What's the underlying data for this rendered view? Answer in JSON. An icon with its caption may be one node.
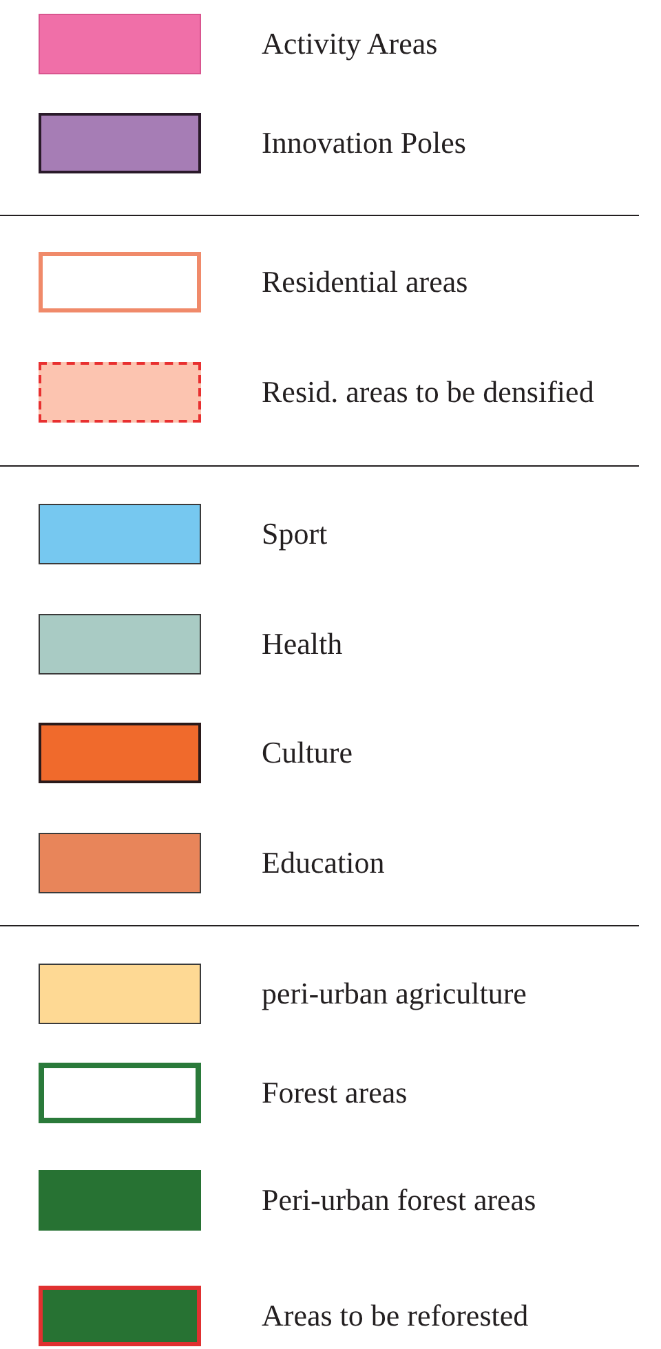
{
  "diagram": {
    "legend": [
      {
        "text": "Activity Areas",
        "color": "#f06fa8"
      },
      {
        "text": "Innovation Poles",
        "color": "#a67db5"
      },
      {
        "text": "Residential areas"
      },
      {
        "text": "Resid. areas to be densified",
        "color": "#fcc4b0"
      },
      {
        "text": "Sport",
        "color": "#76c8f0"
      },
      {
        "text": "Health",
        "color": "#a9cbc4"
      },
      {
        "text": "Culture",
        "color": "#f06a2c"
      },
      {
        "text": "Education",
        "color": "#e8855a"
      },
      {
        "text": "peri-urban agriculture",
        "color": "#fed994"
      },
      {
        "text": "Forest areas"
      },
      {
        "text": "Peri-urban forest areas",
        "color": "#277233"
      },
      {
        "text": "Areas to be reforested",
        "color": "#277233"
      }
    ]
  }
}
